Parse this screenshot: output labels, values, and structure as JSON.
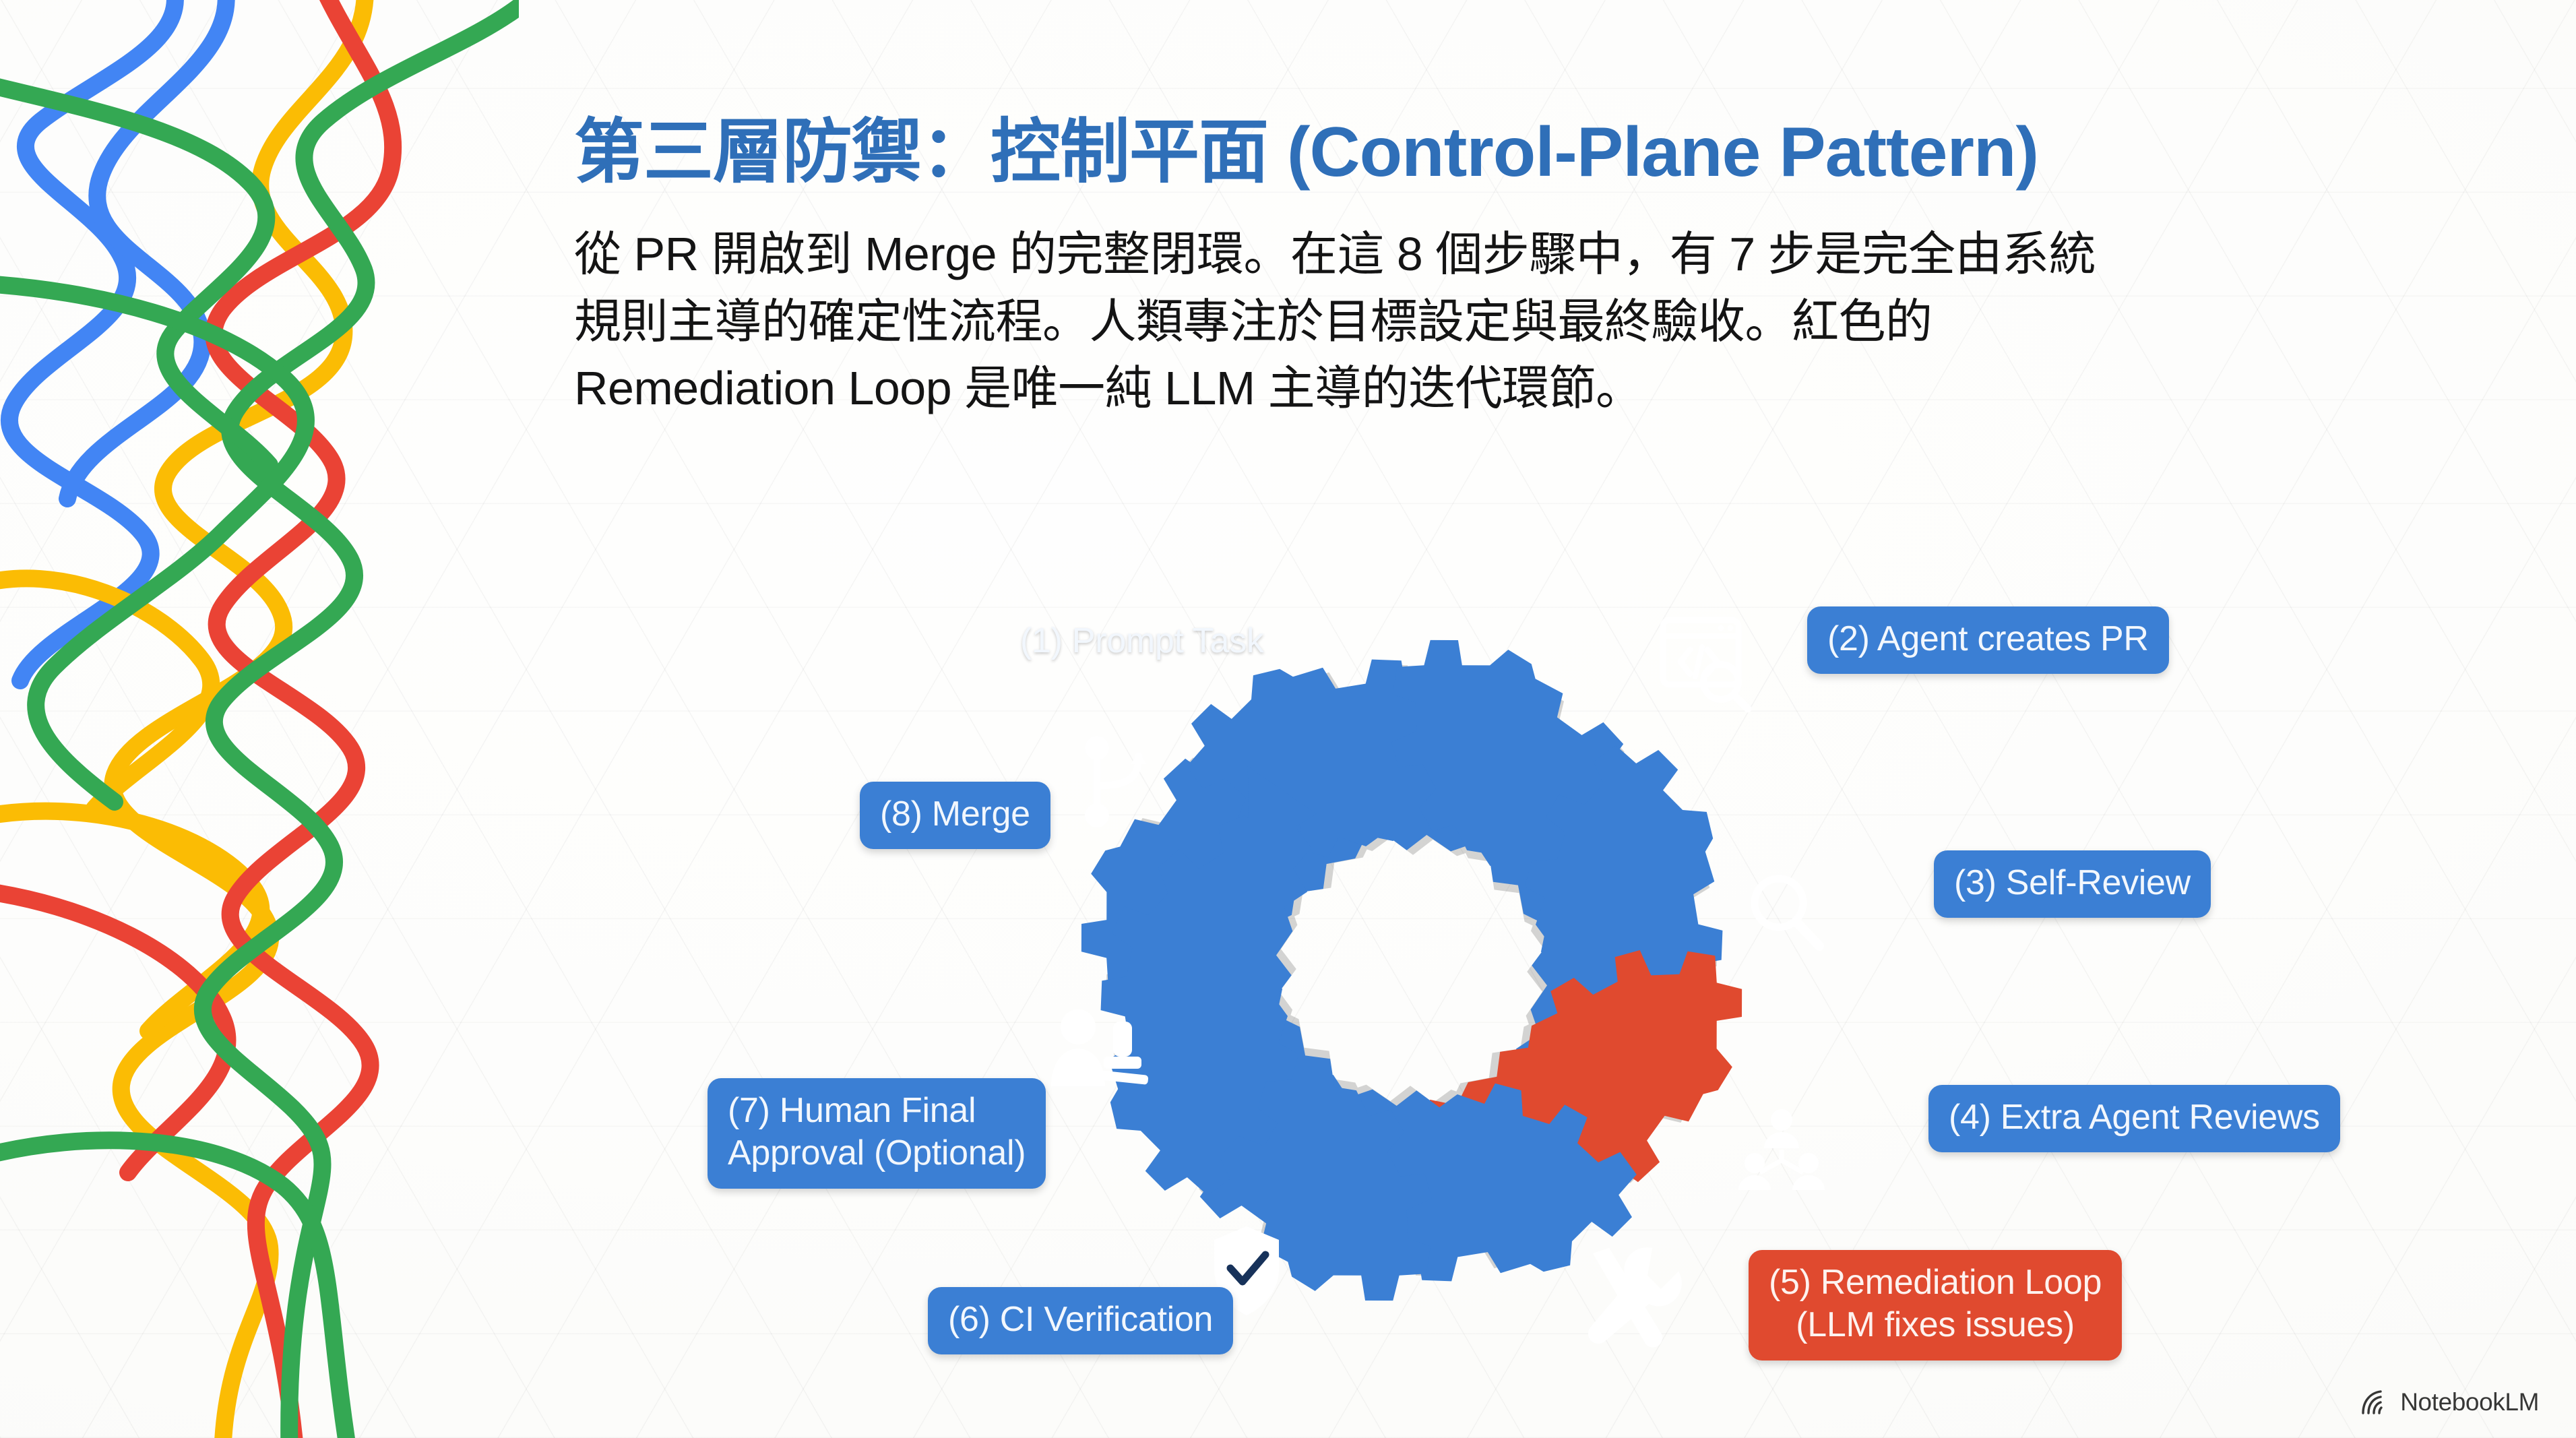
{
  "header": {
    "title": "第三層防禦：控制平面 (Control-Plane Pattern)",
    "subtitle": "從 PR 開啟到 Merge 的完整閉環。在這 8 個步驟中，有 7 步是完全由系統規則主導的確定性流程。人類專注於目標設定與最終驗收。紅色的 Remediation Loop 是唯一純 LLM 主導的迭代環節。",
    "title_color": "#2f6fb8",
    "subtitle_color": "#141414"
  },
  "diagram": {
    "type": "cycle",
    "accent_blue": "#3b7fd4",
    "accent_red": "#e04a2f",
    "steps": [
      {
        "number": "(1)",
        "label": "(1) Prompt Task",
        "icon": "prompt-text-icon",
        "color": "#3b7fd4",
        "angle_deg": -68
      },
      {
        "number": "(2)",
        "label": "(2) Agent creates PR",
        "icon": "code-window-search-icon",
        "color": "#3b7fd4",
        "angle_deg": -23
      },
      {
        "number": "(3)",
        "label": "(3) Self-Review",
        "icon": "magnifier-icon",
        "color": "#3b7fd4",
        "angle_deg": 22
      },
      {
        "number": "(4)",
        "label": "(4) Extra Agent Reviews",
        "icon": "people-network-icon",
        "color": "#3b7fd4",
        "angle_deg": 67
      },
      {
        "number": "(5)",
        "label": "(5) Remediation Loop\n(LLM fixes issues)",
        "icon": "wrench-screwdriver-icon",
        "color": "#e04a2f",
        "angle_deg": 112
      },
      {
        "number": "(6)",
        "label": "(6) CI Verification",
        "icon": "shield-check-icon",
        "color": "#3b7fd4",
        "angle_deg": 157
      },
      {
        "number": "(7)",
        "label": "(7) Human Final\nApproval (Optional)",
        "icon": "person-stamp-icon",
        "color": "#3b7fd4",
        "angle_deg": 202
      },
      {
        "number": "(8)",
        "label": "(8) Merge",
        "icon": "git-merge-icon",
        "color": "#3b7fd4",
        "angle_deg": 247
      }
    ]
  },
  "decoration": {
    "ribbon_colors": [
      "#4285f4",
      "#ea4335",
      "#fbbc04",
      "#34a853"
    ]
  },
  "watermark": {
    "label": "NotebookLM",
    "icon": "notebooklm-icon"
  }
}
